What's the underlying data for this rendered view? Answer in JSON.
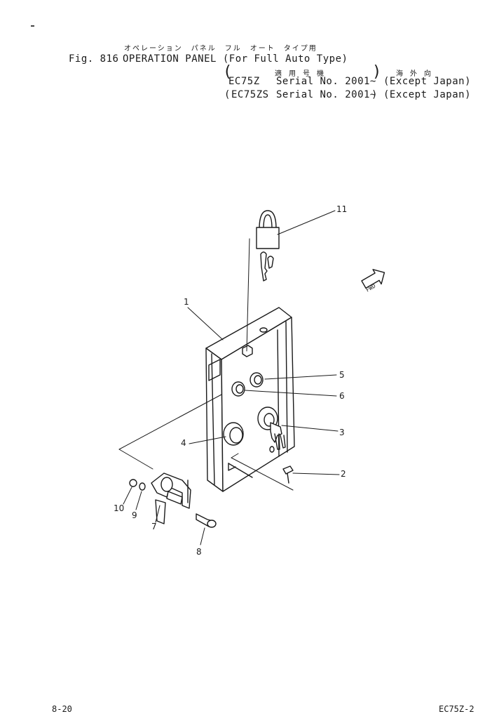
{
  "header": {
    "jp_title": "オペレーション　パネル　フル　オート　タイプ用",
    "fig_label": "Fig. 816",
    "title_en": "OPERATION PANEL (For Full Auto Type)",
    "jp_applicable": "適 用 号 機",
    "jp_destination": "海 外 向",
    "serials": [
      {
        "model": "EC75Z",
        "serial": "Serial No. 2001~",
        "destination": "(Except Japan)"
      },
      {
        "model": "EC75ZS",
        "serial": "Serial No. 2001~",
        "destination": "(Except Japan)"
      }
    ]
  },
  "fwd_badge": "FWD",
  "callouts": [
    "1",
    "2",
    "3",
    "4",
    "5",
    "6",
    "7",
    "8",
    "9",
    "10",
    "11"
  ],
  "footer": {
    "page_no": "8-20",
    "doc_code": "EC75Z-2"
  }
}
